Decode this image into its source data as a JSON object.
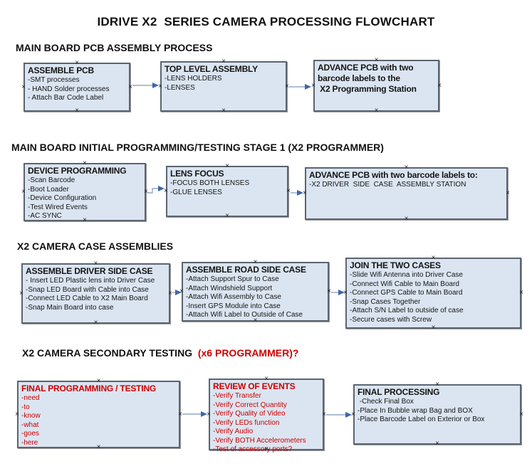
{
  "title": "IDRIVE X2  SERIES CAMERA PROCESSING FLOWCHART",
  "icons": {
    "connection_point": "×"
  },
  "colors": {
    "box_fill": "#dbe5f1",
    "box_border": "#5b6570",
    "arrow_line": "#91a8c7",
    "arrow_head": "#3f67a8",
    "red_text": "#cc0000",
    "black_text": "#141414"
  },
  "sections": [
    {
      "header": "MAIN BOARD PCB ASSEMBLY PROCESS",
      "boxes": [
        {
          "title": "ASSEMBLE PCB",
          "items": [
            "-SMT processes",
            "- HAND Solder processes",
            "- Attach Bar Code Label"
          ]
        },
        {
          "title": "TOP LEVEL ASSEMBLY",
          "items": [
            "-LENS HOLDERS",
            "-LENSES"
          ]
        },
        {
          "title": "ADVANCE PCB with two\nbarcode labels to the\n X2 Programming Station",
          "items": []
        }
      ]
    },
    {
      "header": "MAIN BOARD INITIAL PROGRAMMING/TESTING STAGE 1 (X2 PROGRAMMER)",
      "boxes": [
        {
          "title": "DEVICE PROGRAMMING",
          "items": [
            "-Scan Barcode",
            "-Boot Loader",
            "-Device Configuration",
            "-Test Wired Events",
            "-AC SYNC"
          ]
        },
        {
          "title": "LENS FOCUS",
          "items": [
            "-FOCUS BOTH LENSES",
            "-GLUE LENSES"
          ]
        },
        {
          "title": "ADVANCE PCB with two barcode labels to:",
          "items": [
            "-X2 DRIVER  SIDE  CASE  ASSEMBLY STATION"
          ]
        }
      ]
    },
    {
      "header": "X2 CAMERA CASE ASSEMBLIES",
      "boxes": [
        {
          "title": "ASSEMBLE DRIVER SIDE CASE",
          "items": [
            "- Insert LED Plastic lens into Driver Case",
            "-Snap LED Board with Cable into Case",
            "-Connect LED Cable to X2 Main Board",
            "-Snap Main Board into case"
          ]
        },
        {
          "title": "ASSEMBLE ROAD SIDE CASE",
          "items": [
            "-Attach Support Spur to Case",
            "-Attach Windshield Support",
            "-Attach Wifi Assembly to Case",
            "-Insert GPS Module into Case",
            "-Attach Wifi Label to Outside of Case"
          ]
        },
        {
          "title": "JOIN THE TWO CASES",
          "items": [
            "-Slide Wifi Antenna into Driver Case",
            "-Connect Wifi Cable to Main Board",
            "-Connect GPS Cable to Main Board",
            "-Snap Cases Together",
            "-Attach S/N Label to outside of case",
            "-Secure cases with Screw"
          ]
        }
      ]
    },
    {
      "header": "X2 CAMERA SECONDARY TESTING ",
      "header_red": " (x6 PROGRAMMER)?",
      "boxes": [
        {
          "title": "FINAL PROGRAMMING / TESTING",
          "items": [
            "-need",
            "-to",
            "-know",
            "-what",
            "-goes",
            "-here"
          ]
        },
        {
          "title": "REVIEW OF EVENTS",
          "items": [
            "-Verify Transfer",
            "-Verify Correct Quantity",
            "-Verify Quality of Video",
            "-Verify LEDs function",
            "-Verify Audio",
            "-Verify BOTH Accelerometers",
            "-Test of accessory ports?"
          ]
        },
        {
          "title": "FINAL PROCESSING",
          "items": [
            " -Check Final Box",
            "-Place In Bubble wrap Bag and BOX",
            "-Place Barcode Label on Exterior or Box"
          ]
        }
      ]
    }
  ]
}
